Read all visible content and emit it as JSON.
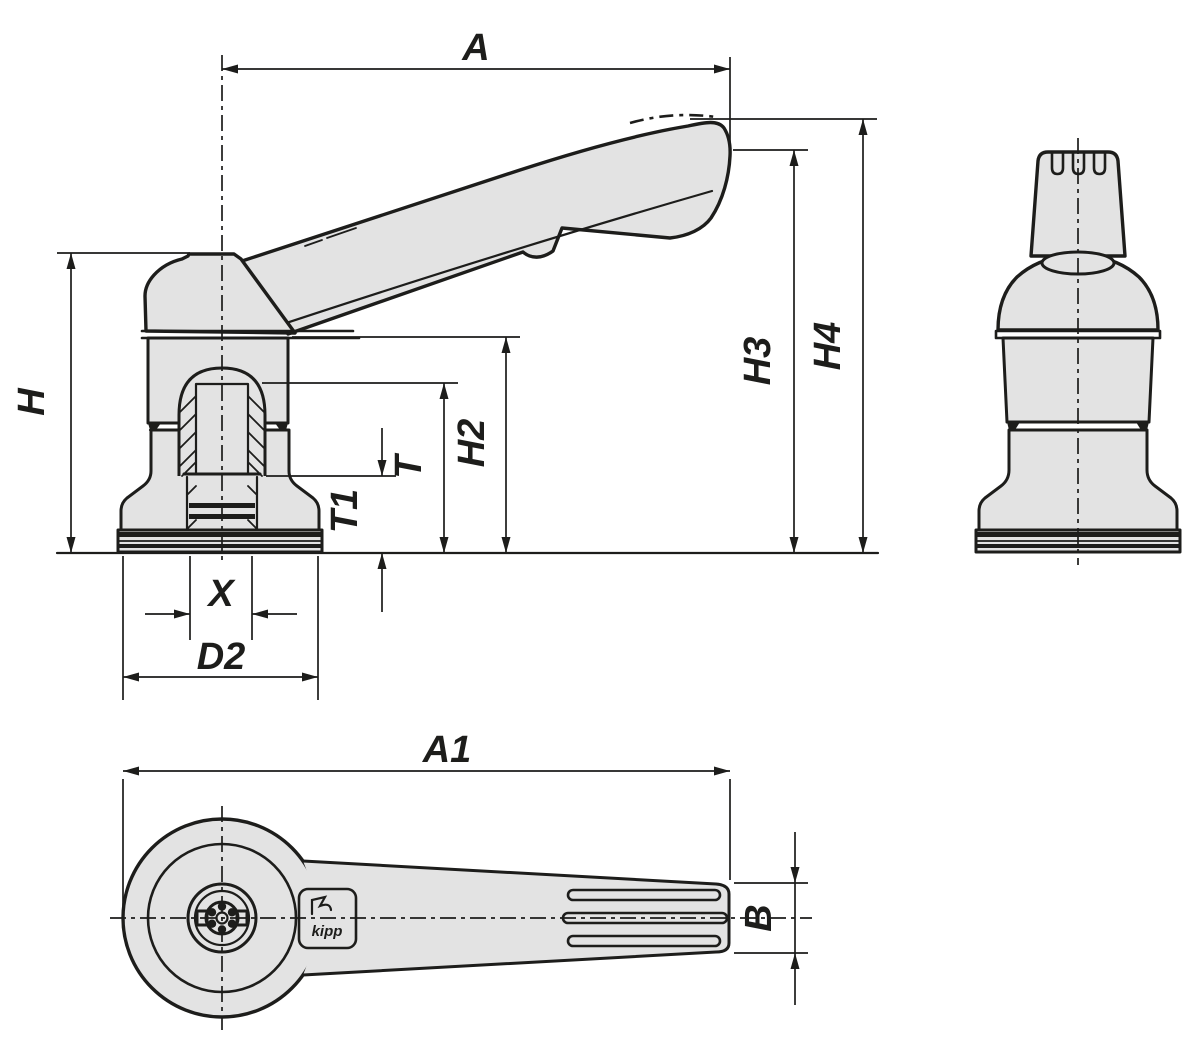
{
  "drawing_type": "technical drawing - adjustable clamping lever, three views with dimensions",
  "colors": {
    "bg": "#ffffff",
    "line": "#1d1d1b",
    "part-fill": "#e3e3e3"
  },
  "labels": {
    "A": "A",
    "H": "H",
    "H2": "H2",
    "H3": "H3",
    "H4": "H4",
    "T": "T",
    "T1": "T1",
    "X": "X",
    "D2": "D2",
    "A1": "A1",
    "B": "B"
  },
  "logo": {
    "text": "kipp"
  }
}
